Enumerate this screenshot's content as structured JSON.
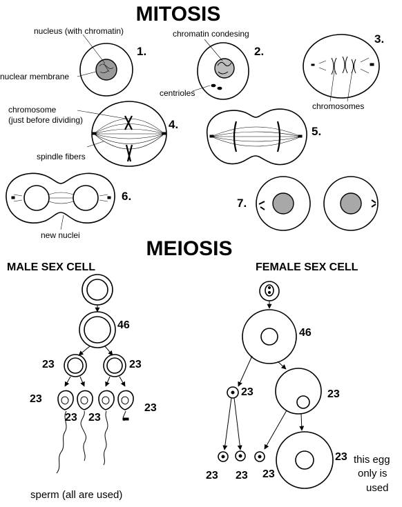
{
  "mitosis": {
    "title": "MITOSIS",
    "step_numbers": [
      "1.",
      "2.",
      "3.",
      "4.",
      "5.",
      "6.",
      "7."
    ],
    "labels": {
      "nucleus": "nucleus (with chromatin)",
      "nuclear_membrane": "nuclear membrane",
      "chromatin_condensing": "chromatin condesing",
      "centrioles": "centrioles",
      "chromosomes": "chromosomes",
      "chromosome_line1": "chromosome",
      "chromosome_line2": "(just before dividing)",
      "spindle_fibers": "spindle fibers",
      "new_nuclei": "new nuclei"
    }
  },
  "meiosis": {
    "title": "MEIOSIS",
    "male": {
      "heading": "MALE SEX CELL",
      "count_46": "46",
      "count_23": "23",
      "caption": "sperm (all are used)"
    },
    "female": {
      "heading": "FEMALE SEX CELL",
      "count_46": "46",
      "count_23": "23",
      "note_line1": "this egg",
      "note_line2": "only is",
      "note_line3": "used"
    }
  }
}
